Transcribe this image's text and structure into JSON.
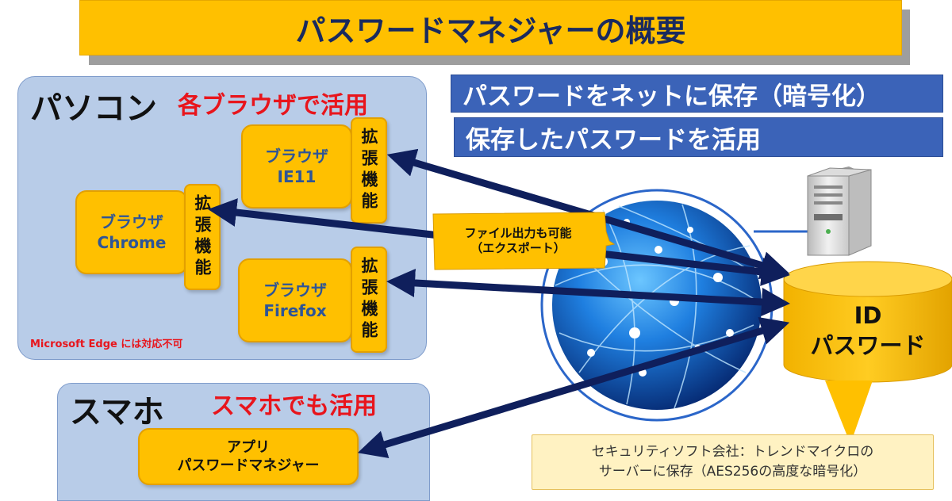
{
  "title": "パスワードマネジャーの概要",
  "pc_section": {
    "heading": "パソコン",
    "subheading": "各ブラウザで活用",
    "note": "Microsoft Edge には対応不可",
    "browsers": [
      {
        "line1": "ブラウザ",
        "line2": "IE11"
      },
      {
        "line1": "ブラウザ",
        "line2": "Chrome"
      },
      {
        "line1": "ブラウザ",
        "line2": "Firefox"
      }
    ],
    "extension_label": "拡張機能"
  },
  "smartphone_section": {
    "heading": "スマホ",
    "subheading": "スマホでも活用",
    "app_line1": "アプリ",
    "app_line2": "パスワードマネジャー"
  },
  "banners": [
    "パスワードをネットに保存（暗号化）",
    "保存したパスワードを活用"
  ],
  "callout": {
    "line1": "ファイル出力も可能",
    "line2": "（エクスポート）"
  },
  "storage": {
    "line1": "ID",
    "line2": "パスワード"
  },
  "security_note": {
    "line1": "セキュリティソフト会社：トレンドマイクロの",
    "line2": "サーバーに保存（AES256の高度な暗号化）"
  },
  "colors": {
    "accent_yellow": "#ffc000",
    "banner_blue": "#3b63b8",
    "panel_blue": "#b8cce8",
    "arrow_navy": "#0f1f5c",
    "red_text": "#e8151c"
  }
}
